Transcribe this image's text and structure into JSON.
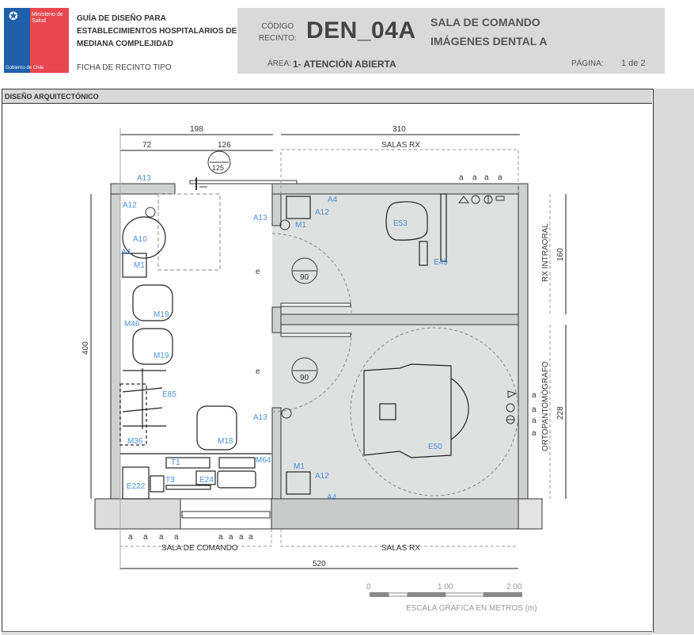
{
  "header": {
    "logo": {
      "ministry": "Ministerio de Salud",
      "government": "Gobierno de Chile"
    },
    "guide_lines": [
      "GUÍA DE DISEÑO PARA",
      "ESTABLECIMIENTOS HOSPITALARIOS DE",
      "MEDIANA COMPLEJIDAD"
    ],
    "sheet_type": "FICHA DE RECINTO TIPO",
    "code_label_1": "CÓDIGO",
    "code_label_2": "RECINTO:",
    "code": "DEN_04A",
    "room_name_1": "SALA DE COMANDO",
    "room_name_2": "IMÁGENES DENTAL A",
    "area_label": "ÁREA:",
    "area_value": "1- ATENCIÓN ABIERTA",
    "page_label": "PÁGINA:",
    "page_value": "1 de 2"
  },
  "section": {
    "title": "DISEÑO ARQUITECTÓNICO"
  },
  "plan": {
    "dimensions": {
      "d198": "198",
      "d72": "72",
      "d126": "126",
      "d310": "310",
      "d400": "400",
      "d160": "160",
      "d228": "228",
      "d520": "520"
    },
    "door_circles": [
      "125",
      "90",
      "90"
    ],
    "zones": {
      "salas_rx_top": "SALAS RX",
      "salas_rx_bottom": "SALAS RX",
      "sala_comando": "SALA DE COMANDO",
      "rx_intraoral": "RX INTRAORAL",
      "ortopantomografo": "ORTOPANTOMÓGRAFO"
    },
    "labels": [
      "A13",
      "A12",
      "A10",
      "A4",
      "M1",
      "M19",
      "M46",
      "M19",
      "E85",
      "M36",
      "M18",
      "T1",
      "M64",
      "T3",
      "E24",
      "E222",
      "A13",
      "A4",
      "A12",
      "M1",
      "E53",
      "E49",
      "A13",
      "E50",
      "M1",
      "A12",
      "A4"
    ],
    "outlet_mark": "a",
    "emergency_mark": "e"
  },
  "scale": {
    "ticks": [
      "0",
      "1.00",
      "2.00"
    ],
    "caption": "ESCALA GRAFICA EN METROS (m)"
  },
  "colors": {
    "logo_blue": "#1f5fa8",
    "logo_red": "#e8474f",
    "panel_gray": "#d9d9d9",
    "label_blue": "#4a90d9",
    "room_fill": "#dfe0e0"
  }
}
